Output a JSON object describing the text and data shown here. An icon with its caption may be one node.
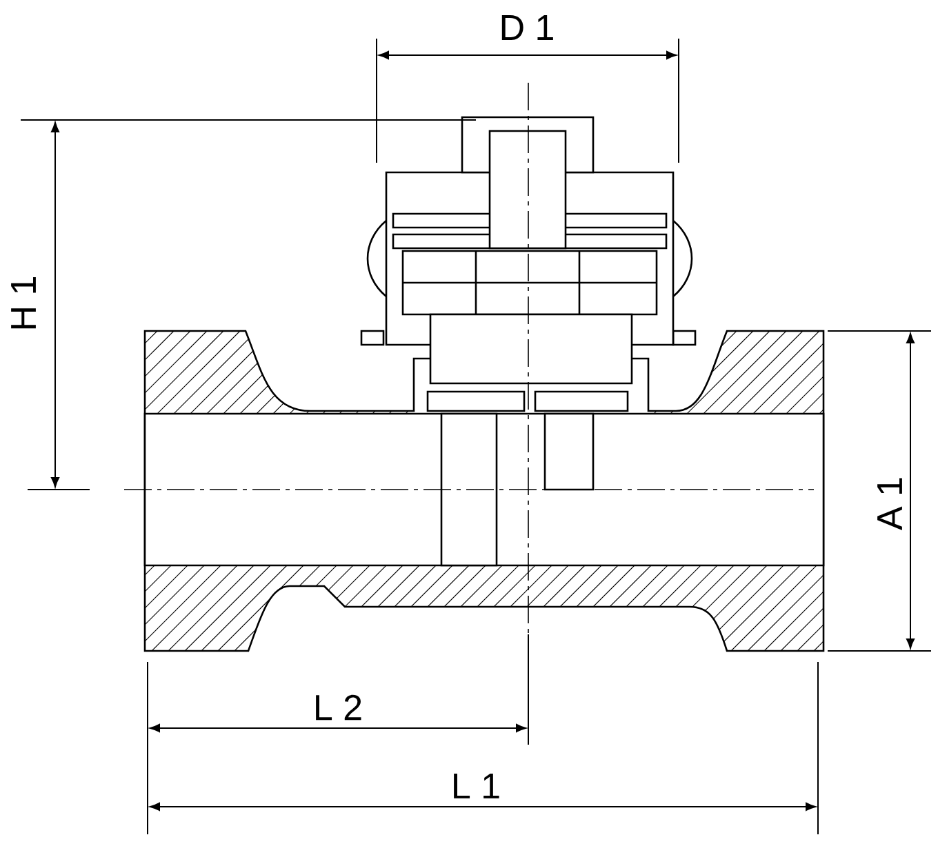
{
  "diagram": {
    "labels": [
      "D 1",
      "H 1",
      "A 1",
      "L 2",
      "L 1"
    ]
  }
}
